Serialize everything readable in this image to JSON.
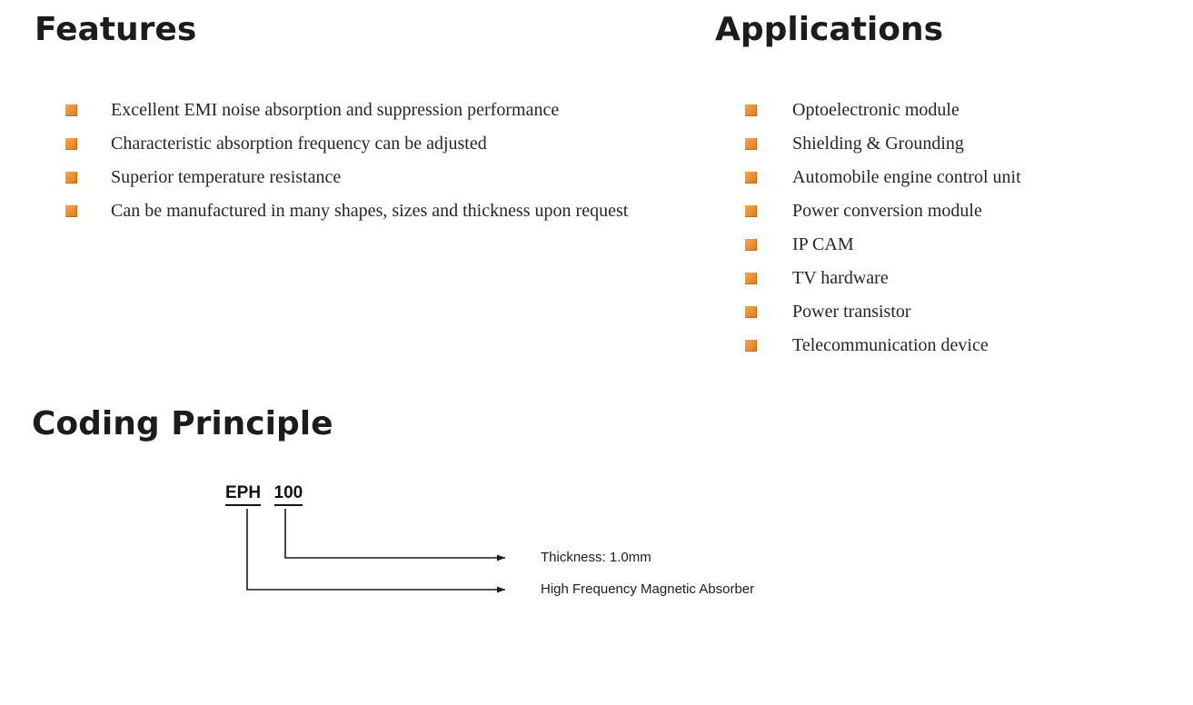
{
  "features": {
    "title": "Features",
    "items": [
      "Excellent EMI noise absorption and suppression performance",
      "Characteristic absorption frequency can be adjusted",
      "Superior temperature resistance",
      "Can be manufactured in many shapes, sizes and thickness upon request"
    ]
  },
  "applications": {
    "title": "Applications",
    "items": [
      "Optoelectronic module",
      "Shielding & Grounding",
      "Automobile engine control unit",
      "Power conversion module",
      "IP CAM",
      "TV hardware",
      "Power transistor",
      "Telecommunication device"
    ]
  },
  "coding_principle": {
    "title": "Coding Principle",
    "code_prefix": "EPH",
    "code_number": "100",
    "labels": [
      "Thickness: 1.0mm",
      "High Frequency Magnetic Absorber"
    ]
  },
  "colors": {
    "accent_orange": "#F0861C",
    "heading_color": "#1C1C1C"
  }
}
